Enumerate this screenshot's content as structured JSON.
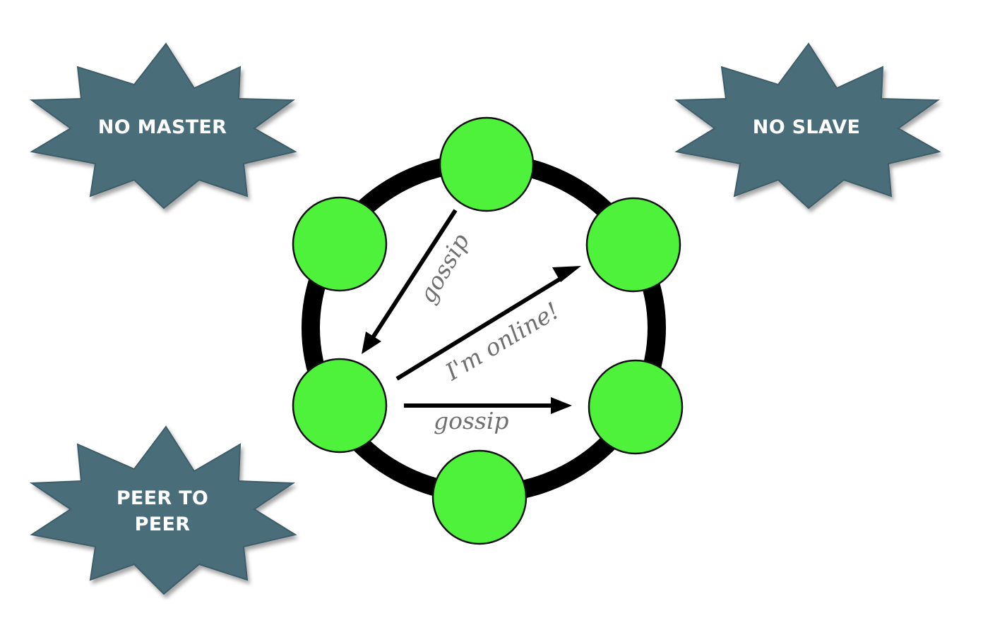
{
  "badges": {
    "top_left": "NO MASTER",
    "top_right": "NO SLAVE",
    "bottom_left_line1": "PEER TO",
    "bottom_left_line2": "PEER"
  },
  "edges": {
    "top_to_left": "gossip",
    "left_to_right_diagonal": "I'm online!",
    "left_to_right_lower": "gossip"
  },
  "colors": {
    "node_fill": "#4ef23a",
    "badge_fill": "#4a6e7a",
    "ring": "#000000",
    "label_gray": "#6f6f6f"
  }
}
